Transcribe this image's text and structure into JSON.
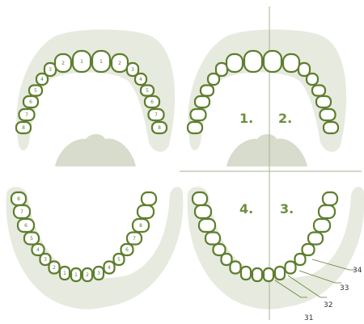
{
  "panels": {
    "left_upper": {
      "tooth_labels": [
        "8",
        "7",
        "6",
        "5",
        "4",
        "3",
        "2",
        "1",
        "1",
        "2",
        "3",
        "4",
        "5",
        "6",
        "7",
        "8"
      ]
    },
    "left_lower": {
      "tooth_labels": [
        "8",
        "7",
        "6",
        "5",
        "4",
        "3",
        "2",
        "1",
        "1",
        "2",
        "3",
        "4",
        "5",
        "6",
        "7",
        "8"
      ]
    }
  },
  "quadrants": {
    "q1": "1.",
    "q2": "2.",
    "q3": "3.",
    "q4": "4."
  },
  "callouts": [
    "31",
    "32",
    "33",
    "34"
  ],
  "colors": {
    "tooth_outline": "#5e7e2e",
    "gum": "#e7eadf",
    "label": "#6f8e40"
  }
}
